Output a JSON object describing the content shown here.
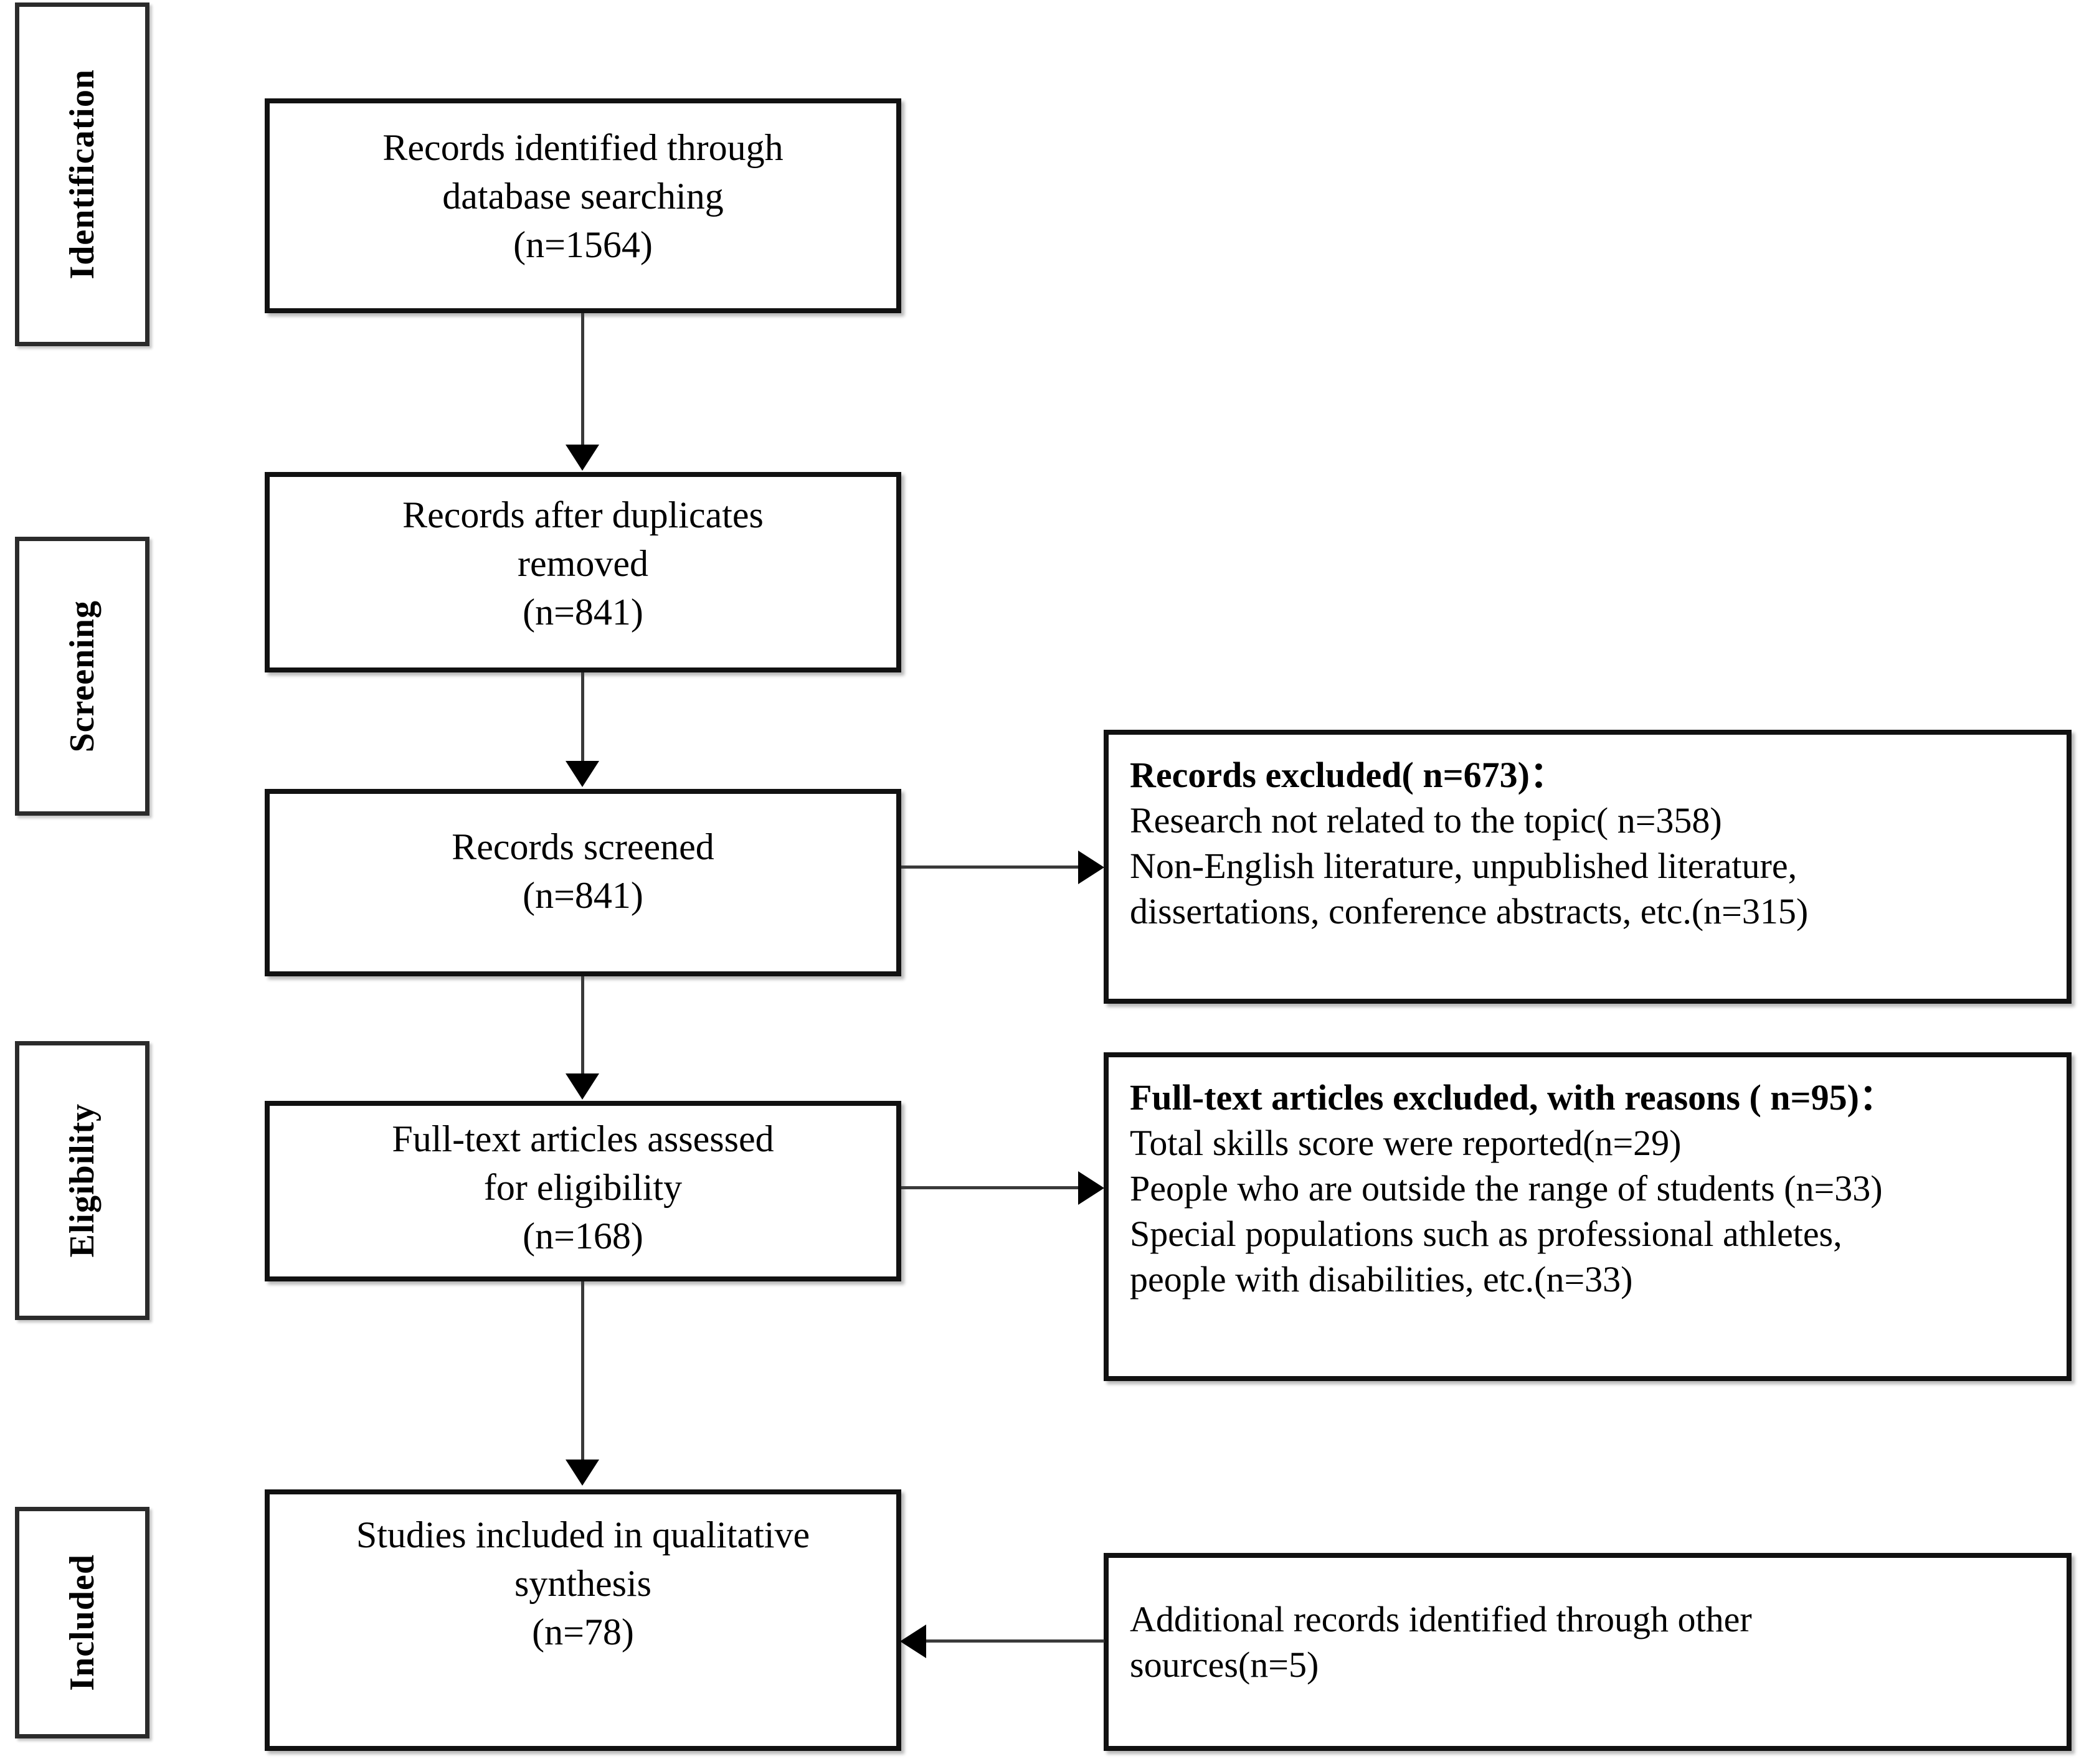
{
  "diagram": {
    "type": "prisma-flow-diagram",
    "colors": {
      "border": "#111111",
      "stage_border": "#2b2b2b",
      "connector": "#3a3a3a",
      "text": "#000000",
      "background": "#ffffff"
    }
  },
  "stages": [
    {
      "label": "Identification"
    },
    {
      "label": "Screening"
    },
    {
      "label": "Eligibility"
    },
    {
      "label": "Included"
    }
  ],
  "flow_boxes": [
    {
      "id": "records-identified",
      "lines": [
        "Records identified through",
        "database searching",
        "(n=1564)"
      ]
    },
    {
      "id": "records-after-duplicates",
      "lines": [
        "Records after duplicates",
        "removed",
        "(n=841)"
      ]
    },
    {
      "id": "records-screened",
      "lines": [
        "Records screened",
        "(n=841)"
      ]
    },
    {
      "id": "fulltext-assessed",
      "lines": [
        "Full-text articles assessed",
        "for eligibility",
        "(n=168)"
      ]
    },
    {
      "id": "studies-included",
      "lines": [
        "Studies included in qualitative",
        "synthesis",
        "(n=78)"
      ]
    }
  ],
  "side_boxes": [
    {
      "id": "records-excluded",
      "heading": "Records excluded( n=673)：",
      "lines": [
        "Research not related to the topic( n=358)",
        "Non-English literature, unpublished literature,",
        "dissertations, conference abstracts, etc.(n=315)"
      ]
    },
    {
      "id": "fulltext-excluded",
      "heading": "Full-text articles excluded, with reasons ( n=95)：",
      "lines": [
        "Total skills score were reported(n=29)",
        "People who are outside the range of students (n=33)",
        "Special populations such as professional athletes,",
        "people with disabilities, etc.(n=33)"
      ]
    },
    {
      "id": "additional-records",
      "heading": "",
      "lines": [
        "Additional records identified through other",
        "sources(n=5)"
      ]
    }
  ],
  "connectors": [
    {
      "id": "identified-to-duplicates",
      "direction": "down"
    },
    {
      "id": "duplicates-to-screened",
      "direction": "down"
    },
    {
      "id": "screened-to-fulltext",
      "direction": "down"
    },
    {
      "id": "fulltext-to-included",
      "direction": "down"
    },
    {
      "id": "screened-to-excluded",
      "direction": "right"
    },
    {
      "id": "fulltext-to-fulltext-excluded",
      "direction": "right"
    },
    {
      "id": "additional-to-included",
      "direction": "left"
    }
  ]
}
